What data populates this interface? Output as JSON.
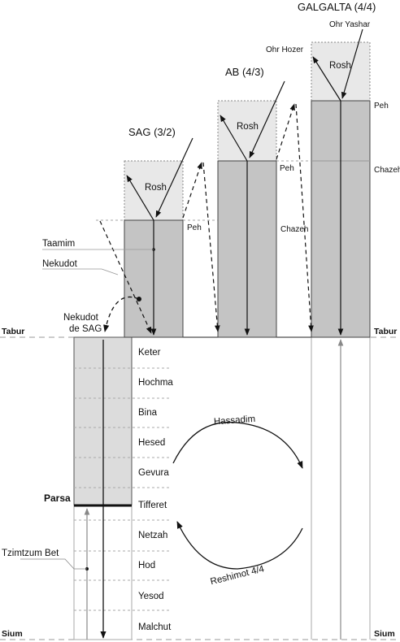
{
  "partzufim": {
    "galgalta": {
      "title": "GALGALTA (4/4)",
      "rosh": "Rosh",
      "peh": "Peh",
      "chazeh": "Chazeh"
    },
    "ab": {
      "title": "AB (4/3)",
      "rosh": "Rosh",
      "peh": "Peh",
      "chazeh": "Chazeh"
    },
    "sag": {
      "title": "SAG (3/2)",
      "rosh": "Rosh",
      "peh": "Peh"
    }
  },
  "lights": {
    "ohr_yashar": "Ohr Yashar",
    "ohr_hozer": "Ohr Hozer"
  },
  "callouts": {
    "taamim": "Taamim",
    "nekudot": "Nekudot",
    "nekudot_de_sag": "Nekudot\nde SAG",
    "tzimtzum_bet": "Tzimtzum Bet"
  },
  "lines": {
    "tabur": "Tabur",
    "parsa": "Parsa",
    "sium": "Sium"
  },
  "sefirot": [
    "Keter",
    "Hochma",
    "Bina",
    "Hesed",
    "Gevura",
    "Tifferet",
    "Netzah",
    "Hod",
    "Yesod",
    "Malchut"
  ],
  "flows": {
    "hassadim": "Hassadim",
    "reshimot": "Reshimot 4/4"
  }
}
